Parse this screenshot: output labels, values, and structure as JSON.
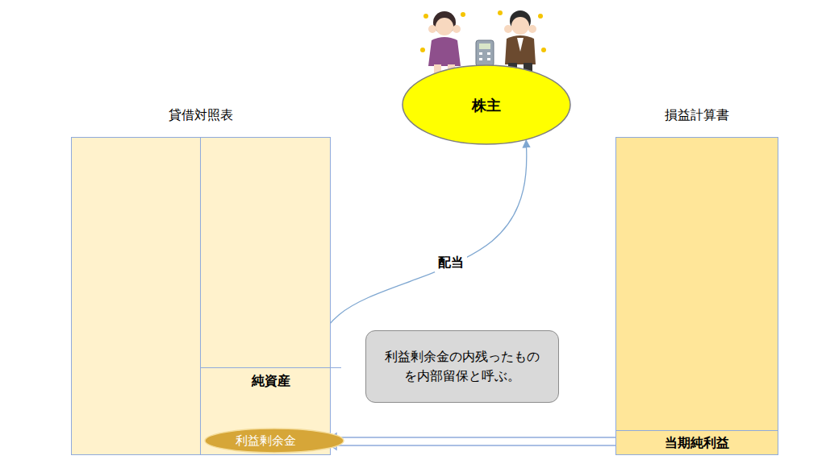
{
  "diagram": {
    "nodes": [
      {
        "text": [
          "貸借対照表"
        ]
      },
      {
        "text": [
          "純資産"
        ],
        "in": 0
      },
      {
        "text": [
          "利益剰余金"
        ],
        "in": 1
      },
      {
        "text": [
          "損益計算書"
        ]
      },
      {
        "text": [
          "当期純利益"
        ],
        "in": 3
      },
      {
        "text": [
          "株主"
        ]
      },
      {
        "text": [
          "利益剰余金の内残ったものを内部留保と呼ぶ。"
        ]
      }
    ],
    "edges": [
      {
        "from": 4,
        "to": 2,
        "arrow": "to"
      },
      {
        "from": 2,
        "to": 5,
        "label": "配当",
        "arrow": "to"
      }
    ]
  }
}
